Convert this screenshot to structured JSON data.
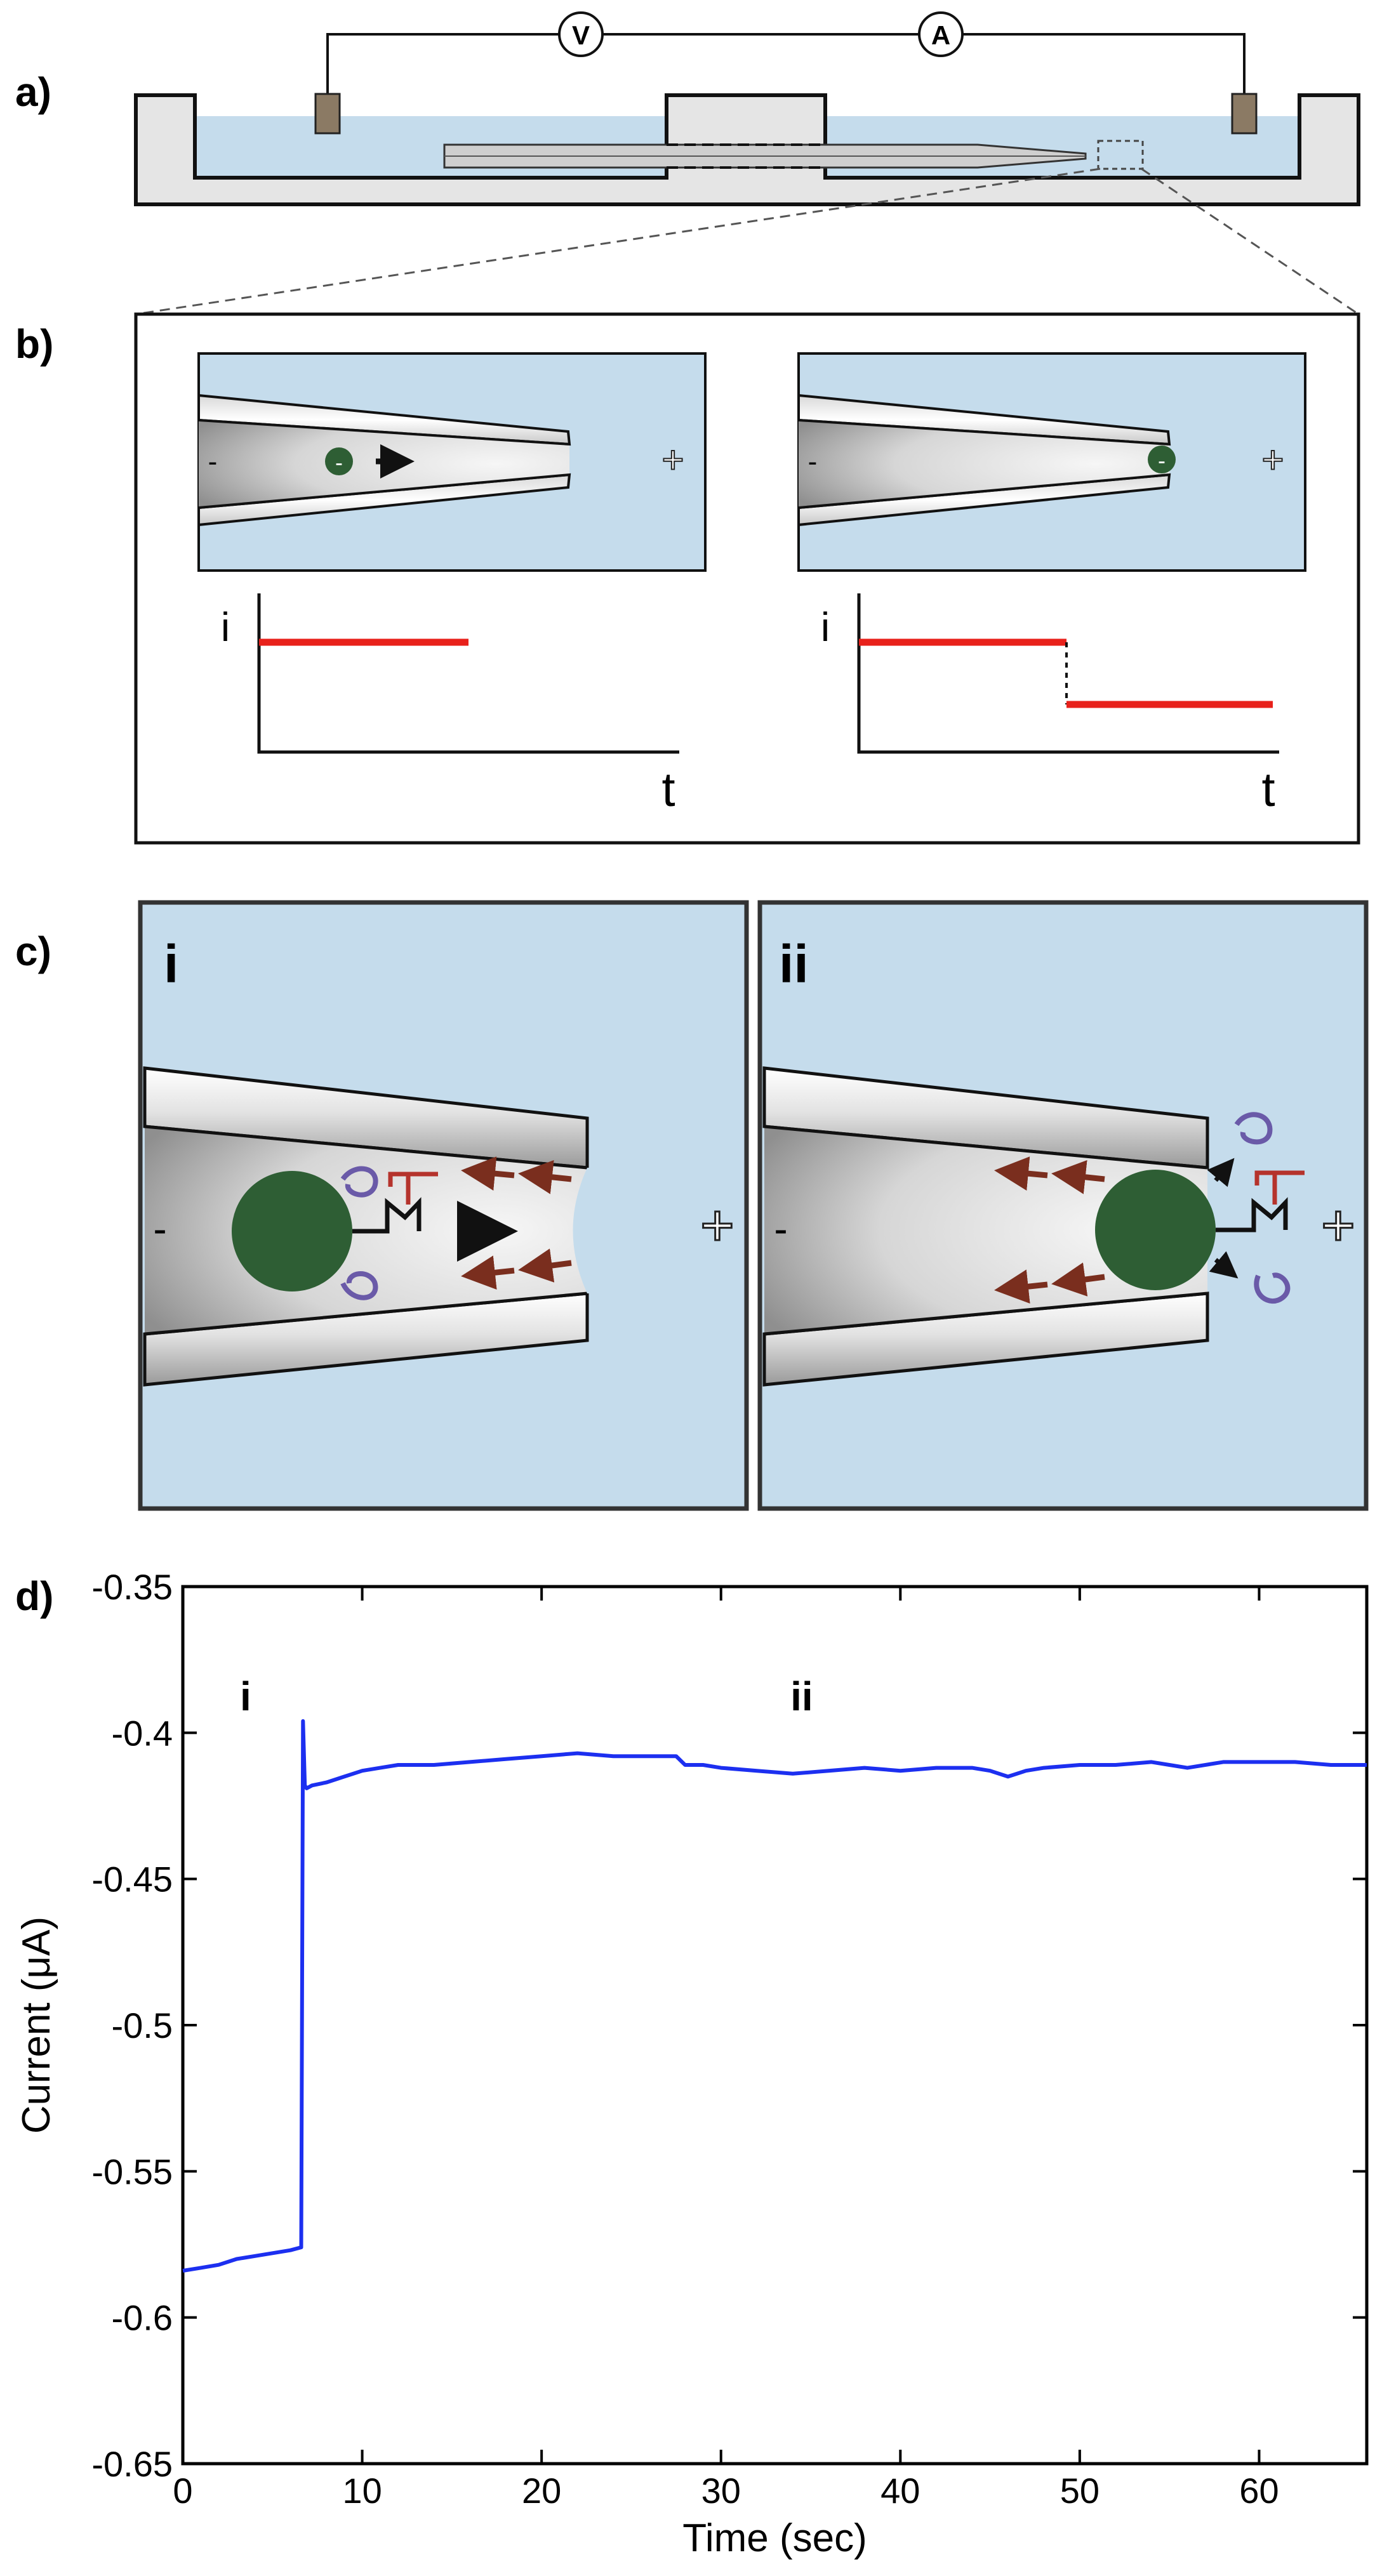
{
  "panels": {
    "a": {
      "label": "a)",
      "voltmeter": "V",
      "ammeter": "A"
    },
    "b": {
      "label": "b)",
      "left": {
        "neg": "-",
        "pos": "+",
        "particle_sign": "-",
        "ylabel": "i",
        "xlabel": "t"
      },
      "right": {
        "neg": "-",
        "pos": "+",
        "particle_sign": "-",
        "ylabel": "i",
        "xlabel": "t"
      }
    },
    "c": {
      "label": "c)",
      "left": {
        "tag": "i",
        "neg": "-",
        "pos": "+"
      },
      "right": {
        "tag": "ii",
        "neg": "-",
        "pos": "+"
      }
    },
    "d": {
      "label": "d)"
    }
  },
  "colors": {
    "solution": "#c5dcec",
    "bath": "#e5e5e5",
    "particle": "#2e5e34",
    "trace_red": "#e8211b",
    "arrow_brown": "#7a2e1e",
    "aptamer_purple": "#6a5aa8",
    "receptor_red": "#b5332c",
    "plot_line": "#1c2ff0"
  },
  "chart_data": {
    "type": "line",
    "title": "",
    "xlabel": "Time (sec)",
    "ylabel": "Current (μA)",
    "xlim": [
      0,
      66
    ],
    "ylim": [
      -0.65,
      -0.35
    ],
    "xticks": [
      0,
      10,
      20,
      30,
      40,
      50,
      60
    ],
    "yticks": [
      -0.35,
      -0.4,
      -0.45,
      -0.5,
      -0.55,
      -0.6,
      -0.65
    ],
    "xtick_labels": [
      "0",
      "10",
      "20",
      "30",
      "40",
      "50",
      "60"
    ],
    "ytick_labels": [
      "-0.35",
      "-0.4",
      "-0.45",
      "-0.5",
      "-0.55",
      "-0.6",
      "-0.65"
    ],
    "grid": false,
    "annotations": [
      {
        "text": "i",
        "x": 3.5,
        "y": -0.388
      },
      {
        "text": "ii",
        "x": 34.5,
        "y": -0.388
      }
    ],
    "series": [
      {
        "x": [
          0,
          1,
          2,
          3,
          4,
          5,
          6,
          6.6,
          6.7,
          6.8,
          6.9,
          7.2,
          8,
          9,
          10,
          11,
          12,
          14,
          16,
          18,
          20,
          22,
          24,
          26,
          27.5,
          28,
          29,
          30,
          32,
          34,
          36,
          38,
          40,
          42,
          44,
          45,
          46,
          47,
          48,
          50,
          52,
          54,
          55,
          56,
          58,
          60,
          62,
          64,
          66
        ],
        "y": [
          -0.584,
          -0.583,
          -0.582,
          -0.58,
          -0.579,
          -0.578,
          -0.577,
          -0.576,
          -0.396,
          -0.418,
          -0.419,
          -0.418,
          -0.417,
          -0.415,
          -0.413,
          -0.412,
          -0.411,
          -0.411,
          -0.41,
          -0.409,
          -0.408,
          -0.407,
          -0.408,
          -0.408,
          -0.408,
          -0.411,
          -0.411,
          -0.412,
          -0.413,
          -0.414,
          -0.413,
          -0.412,
          -0.413,
          -0.412,
          -0.412,
          -0.413,
          -0.415,
          -0.413,
          -0.412,
          -0.411,
          -0.411,
          -0.41,
          -0.411,
          -0.412,
          -0.41,
          -0.41,
          -0.41,
          -0.411,
          -0.411
        ]
      }
    ]
  }
}
